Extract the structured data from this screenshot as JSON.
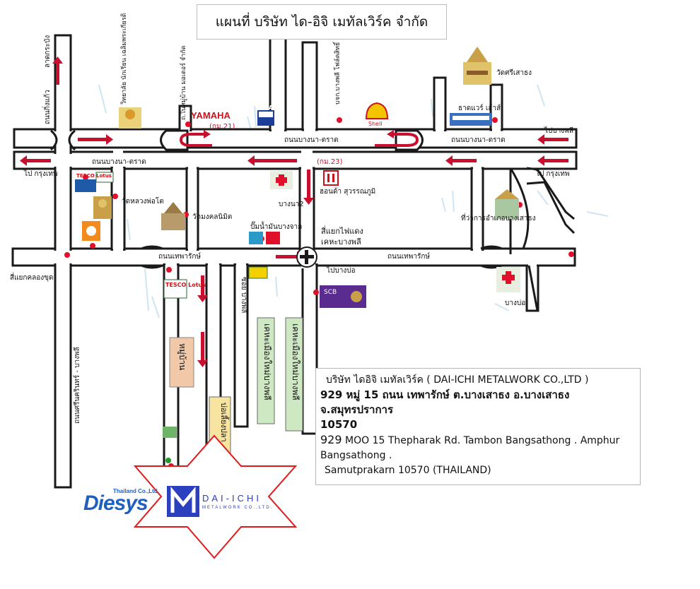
{
  "title": "แผนที่ บริษัท ได-อิจิ เมทัลเวิร์ค จำกัด",
  "address": {
    "company": "บริษัท ไดอิจิ เมทัลเวิร์ค  ( DAI-ICHI METALWORK CO.,LTD )",
    "thai_num": "929",
    "thai_line_a": " หมู่ 15  ถนน เทพารักษ์ ต.บางเสาธง อ.บางเสาธง จ.สมุทรปราการ",
    "thai_zip": "10570",
    "en_num": "929",
    "en_line_a": " MOO 15 Thepharak Rd. Tambon Bangsathong . Amphur",
    "en_line_b": "Bangsathong .",
    "en_line_c": "Samutprakarn 10570 (THAILAND)"
  },
  "labels": {
    "wat_sri": "วัดศรีเสาธง",
    "hardware_house": "ธาดแวร์ เฮ้าส์",
    "to_bangpli": "ไปบางพลี",
    "to_bangkok_right": "ไป กรุงเทพ",
    "to_bangkok_left": "ไป กรุงเทพ",
    "bangna_trat_right": "ถนนบางนา-ตราด",
    "bangna_trat_left": "ถนนบางนา-ตราด",
    "bangna_trat_mid": "ถนนบางนา-ตราด",
    "km21": "(กม.21)",
    "km23": "(กม.23)",
    "yamaha": "YAMAHA",
    "toa": "TOA",
    "shell": "Shell",
    "hospital_bangna2": "บางนา2",
    "honda": "ฮอนด้า สุวรรณภูมิ",
    "wat_luang": "วัดหลวงพ่อโต",
    "wat_mongkol": "วัดมงคลนิมิต",
    "gas_station": "ปั๊มน้ำมันบางจาก",
    "junction_line1": "สี่แยกไฟแดง",
    "junction_line2": "เคหะบางพลี",
    "theparak_left": "ถนนเทพารักษ์",
    "theparak_right": "ถนนเทพารักษ์",
    "to_bangbo": "ไปบางบ่อ",
    "si_yaek_khlong": "สี่แยกคลองขุด",
    "bangsao_district": "ที่ว่าการอำเภอบางเสาธง",
    "hospital_bangbo": "บางบ่อ",
    "tesco_lotus_top": "TESCO Lotus",
    "tesco_lotus_bottom": "TESCO Lotus",
    "scb": "SCB",
    "village_1": "หมู่บ้าน",
    "housing_a": "เคหะเมืองใหม่บางพลี",
    "housing_b": "เคหะเมืองใหม่บางพลี",
    "soi_label": "ซอย บางพลี",
    "yellow_box": "บ่อเลี้ยงปลา",
    "road_kingkaew": "ถนนกิ่งแก้ว",
    "road_latkrabang": "ลาดกระบัง",
    "road_bangphli_left": "ถนนศรีนครินทร์ - บางพลี",
    "school": "วิทยาลัย นักเรียน เฉลิมพระเกียรติ",
    "road_yamaha": "ถ.ในหมู่บ้าน มอเตอร์ จำกัด",
    "road_toa": "บจก.บางพลี โฟล์คสิทธิ์",
    "diesys_logo": "Diesys",
    "diesys_sub": "Thailand Co.,Ltd.",
    "daiichi_logo": "DAI-ICHI",
    "daiichi_sub": "METALWORK CO.,LTD."
  },
  "colors": {
    "road": "#ffffff",
    "road_edge": "#1a1a1a",
    "arrow": "#c8102e",
    "dot": "#e0102a",
    "star": "#e01a1a",
    "housing_fill": "#cfe8c4",
    "village_fill": "#f2c9a8",
    "yellow_fill": "#f7e4a0",
    "scb_fill": "#5b2c8f",
    "water": "#cfe6f2"
  }
}
